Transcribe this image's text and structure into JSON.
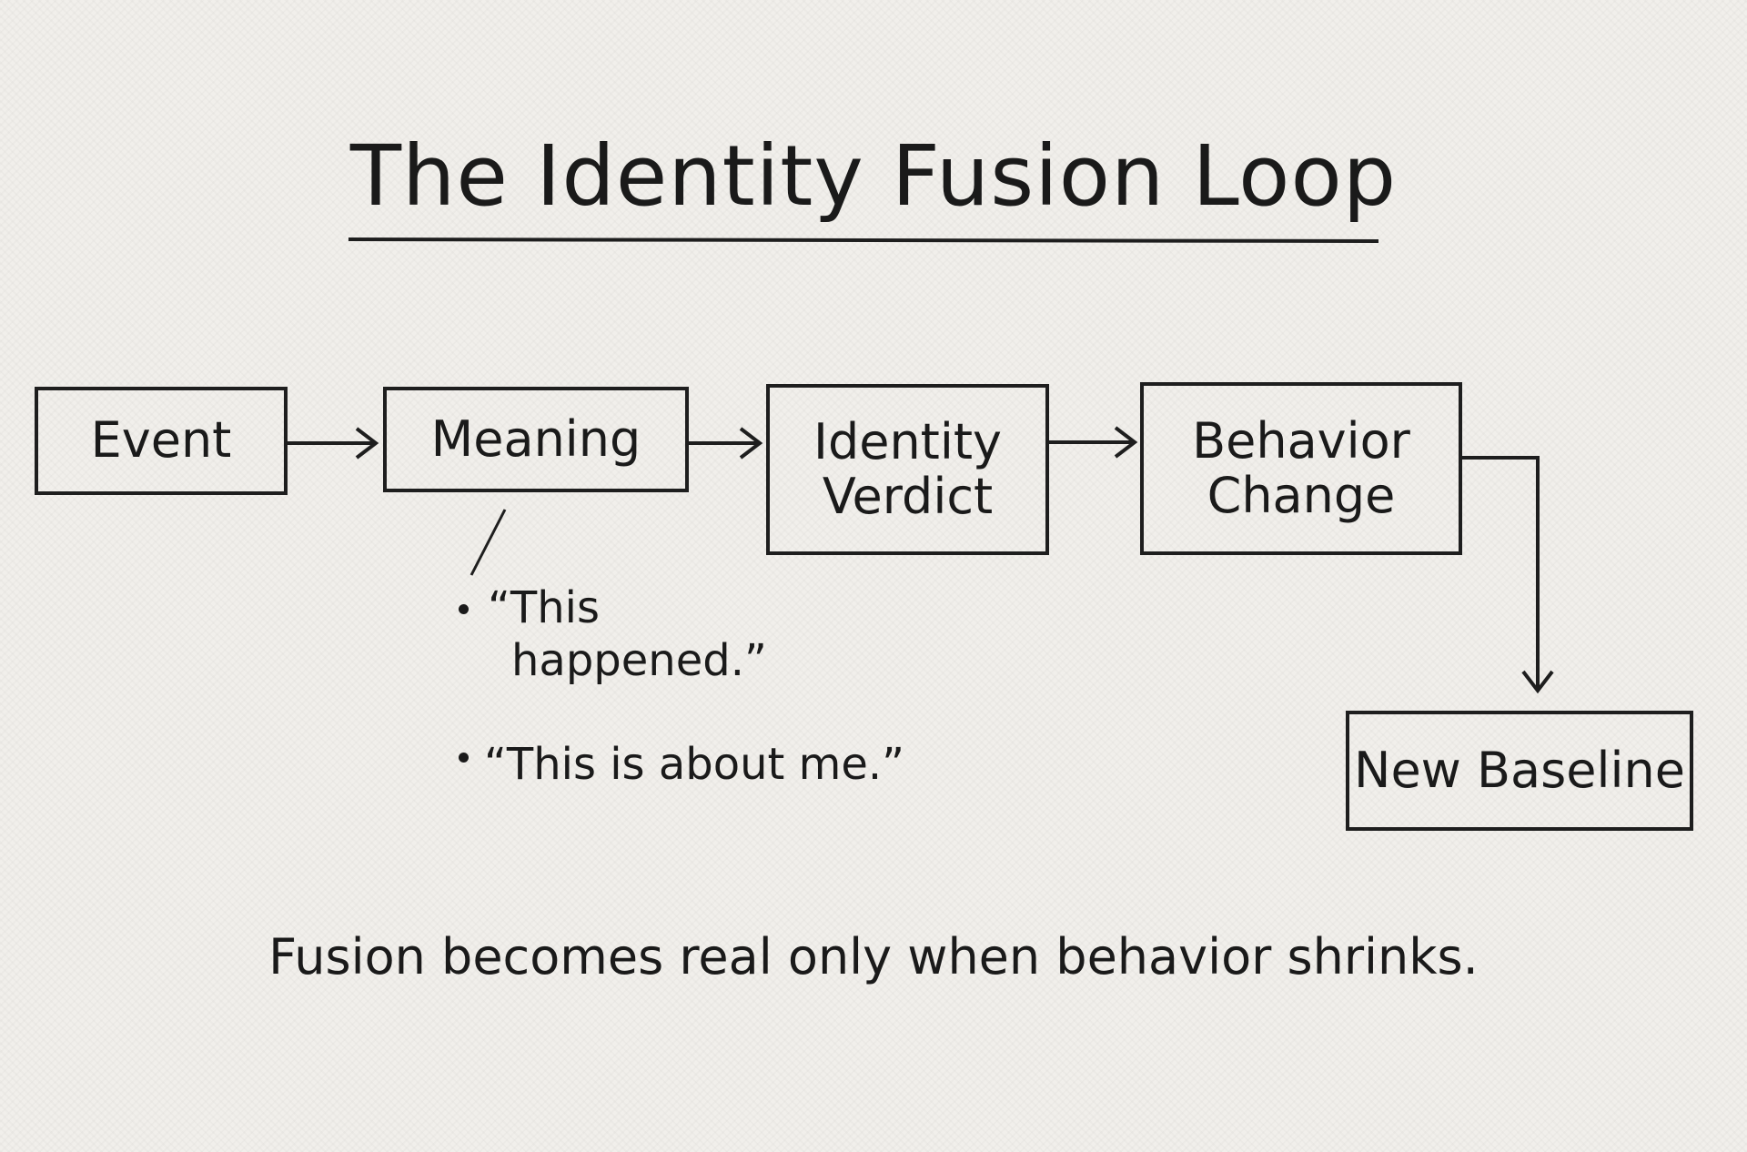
{
  "title": "The Identity Fusion Loop",
  "nodes": {
    "event": "Event",
    "meaning": "Meaning",
    "identity_verdict": [
      "Identity",
      "Verdict"
    ],
    "behavior_change": [
      "Behavior",
      "Change"
    ],
    "new_baseline": "New Baseline"
  },
  "meaning_notes": [
    [
      "“This",
      "happened.”"
    ],
    [
      "“This is about me.”"
    ]
  ],
  "footer": "Fusion becomes real only when behavior shrinks.",
  "colors": {
    "paper": "#f1efeb",
    "ink": "#1a1a1a"
  }
}
